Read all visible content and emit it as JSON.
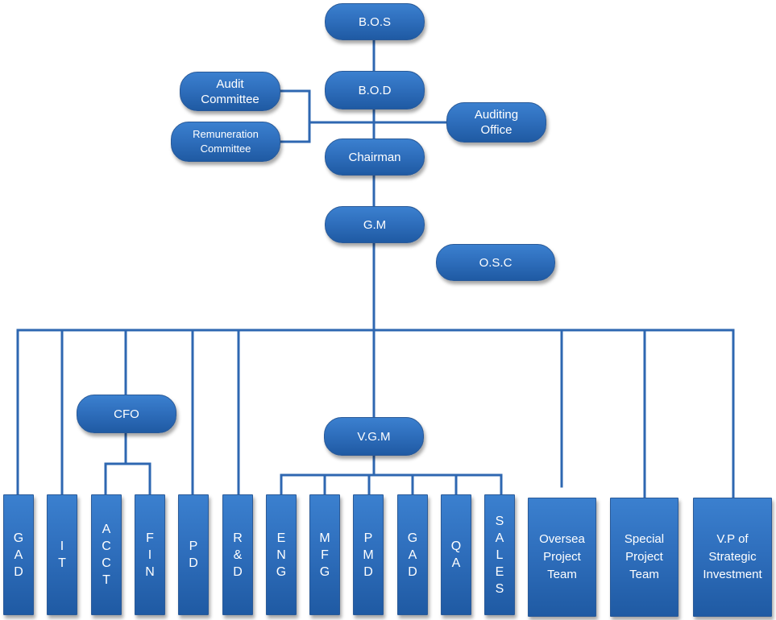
{
  "colors": {
    "line": "#2e67b1",
    "node_top": "#3b80cf",
    "node_bottom": "#1f5aa3"
  },
  "nodes": {
    "bos": "B.O.S",
    "bod": "B.O.D",
    "audit_committee": "Audit\nCommittee",
    "remuneration_committee": "Remuneration\nCommittee",
    "auditing_office": "Auditing\nOffice",
    "chairman": "Chairman",
    "gm": "G.M",
    "osc": "O.S.C",
    "cfo": "CFO",
    "vgm": "V.G.M"
  },
  "departments": {
    "gad_1": "G\nA\nD",
    "it": "I\nT",
    "acct": "A\nC\nC\nT",
    "fin": "F\nI\nN",
    "pd": "P\nD",
    "rd": "R\n&\nD",
    "eng": "E\nN\nG",
    "mfg": "M\nF\nG",
    "pmd": "P\nM\nD",
    "gad_2": "G\nA\nD",
    "qa": "Q\nA",
    "sales": "S\nA\nL\nE\nS",
    "oversea": "Oversea\nProject\nTeam",
    "special": "Special\nProject\nTeam",
    "vp": "V.P of\nStrategic\nInvestment"
  }
}
